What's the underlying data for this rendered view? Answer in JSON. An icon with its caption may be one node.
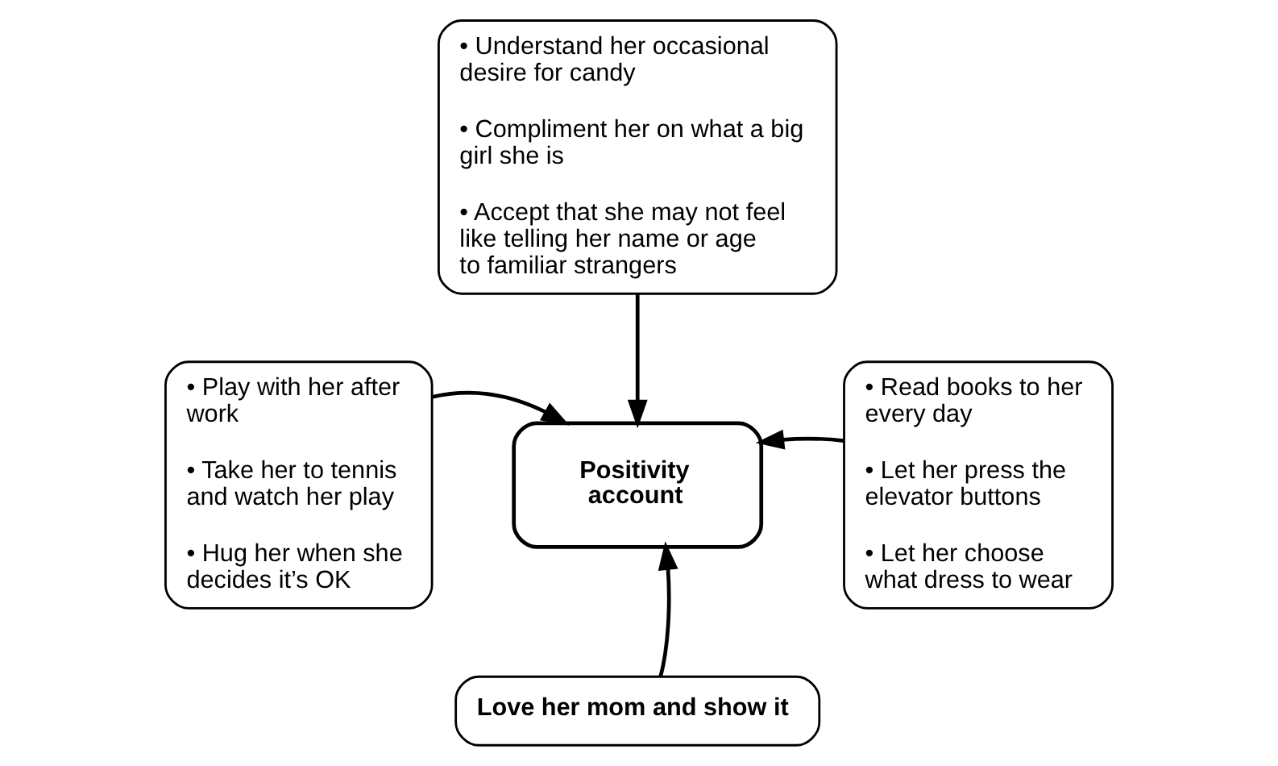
{
  "diagram": {
    "nodes": [
      {
        "text": [
          "• Understand her occasional desire for candy",
          "• Compliment her on what a big girl she is",
          "• Accept that she may not feel like telling her name or age to familiar strangers"
        ]
      },
      {
        "text": [
          "• Play with her after work",
          "• Take her to tennis and watch her play",
          "• Hug her when she decides it’s OK"
        ]
      },
      {
        "text": [
          "Positivity account"
        ]
      },
      {
        "text": [
          "• Read books to her every day",
          "• Let her press the elevator buttons",
          "• Let her choose what dress to wear"
        ]
      },
      {
        "text": [
          "Love her mom and show it"
        ]
      }
    ],
    "edges": [
      {
        "from": 0,
        "to": 2,
        "arrow": "to"
      },
      {
        "from": 1,
        "to": 2,
        "arrow": "to"
      },
      {
        "from": 3,
        "to": 2,
        "arrow": "to"
      },
      {
        "from": 4,
        "to": 2,
        "arrow": "to"
      }
    ]
  }
}
